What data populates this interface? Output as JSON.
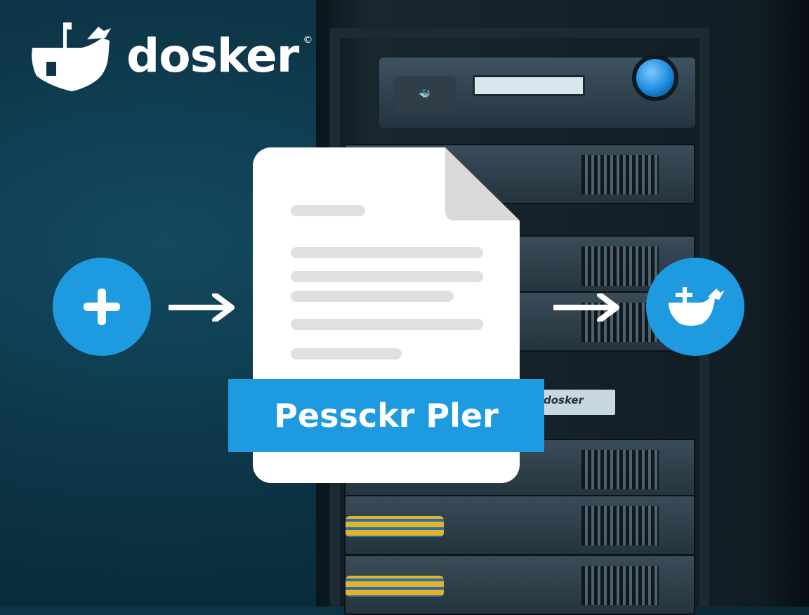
{
  "logo": {
    "text": "dosker",
    "mark": "©",
    "icon": "whale-ship-logo-icon"
  },
  "document": {
    "banner_label": "Pessckr Pler"
  },
  "rack": {
    "label": "dosker"
  },
  "colors": {
    "accent": "#1e9be0",
    "background": "#0d3547",
    "document": "#ffffff"
  },
  "icons": {
    "left": "plus-icon",
    "right": "whale-logo-icon",
    "arrows": "arrow-right-icon"
  }
}
